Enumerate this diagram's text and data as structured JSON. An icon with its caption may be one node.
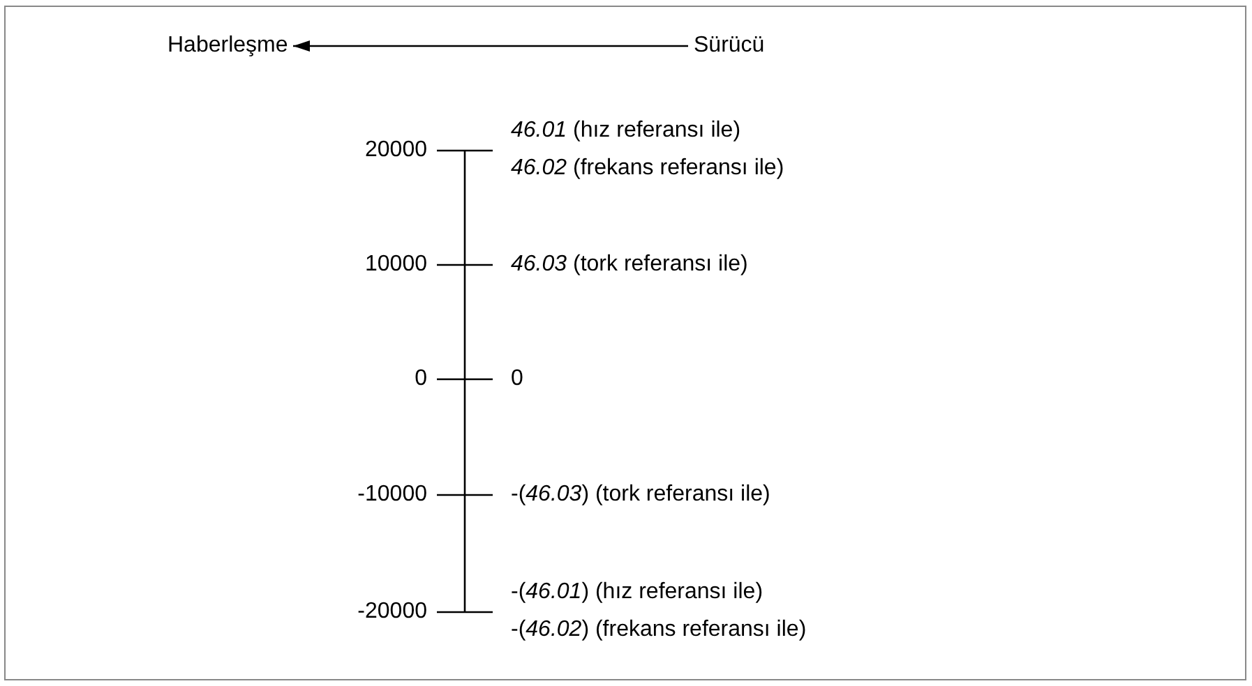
{
  "diagram": {
    "nodes": [
      {
        "text": [
          "Haberleşme"
        ]
      },
      {
        "text": [
          "Sürücü"
        ]
      }
    ],
    "edges": [
      {
        "from": 1,
        "to": 0,
        "arrow": "to"
      }
    ],
    "labels": [
      "20000",
      "*46.01* (hız referansı ile)",
      "*46.02* (frekans referansı ile)",
      "10000",
      "*46.03* (tork referansı ile)",
      "0",
      "0",
      "-10000",
      "-(*46.03*) (tork referansı ile)",
      "-20000",
      "-(*46.01*) (hız referansı ile)",
      "-(*46.02*) (frekans referansı ile)"
    ]
  }
}
